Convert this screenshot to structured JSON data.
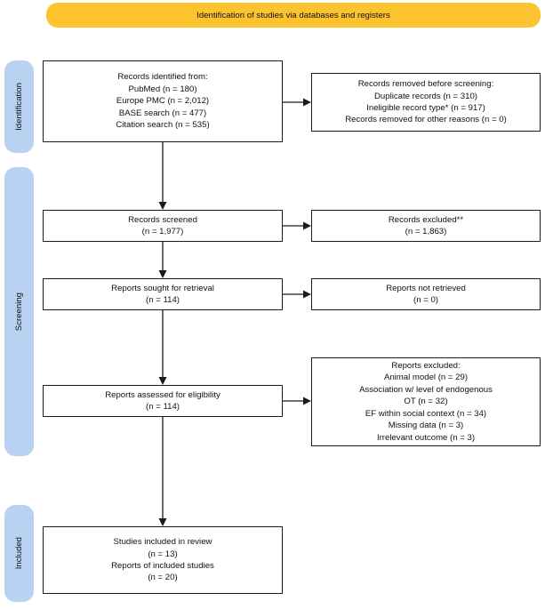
{
  "banner": {
    "label": "Identification of studies via databases and registers"
  },
  "colors": {
    "banner_bg": "#FDC32F",
    "sidebar_bg": "#B9D2F1",
    "line": "#1c1c1c"
  },
  "sidebar": {
    "identification": "Identification",
    "screening": "Screening",
    "included": "Included"
  },
  "boxes": {
    "records_identified": {
      "lines": [
        "Records identified from:",
        "PubMed (n = 180)",
        "Europe PMC (n = 2,012)",
        "BASE search (n = 477)",
        "Citation search (n = 535)"
      ]
    },
    "records_removed": {
      "lines": [
        "Records removed before screening:",
        "Duplicate records (n = 310)",
        "Ineligible record type* (n = 917)",
        "Records removed for other reasons (n = 0)"
      ]
    },
    "records_screened": {
      "lines": [
        "Records screened",
        "(n = 1,977)"
      ]
    },
    "records_excluded": {
      "lines": [
        "Records excluded**",
        "(n = 1,863)"
      ]
    },
    "reports_sought": {
      "lines": [
        "Reports sought for retrieval",
        "(n = 114)"
      ]
    },
    "reports_not_retrieved": {
      "lines": [
        "Reports not retrieved",
        "(n = 0)"
      ]
    },
    "reports_assessed": {
      "lines": [
        "Reports assessed for eligibility",
        "(n = 114)"
      ]
    },
    "reports_excluded": {
      "lines": [
        "Reports excluded:",
        "Animal model (n = 29)",
        "Association w/ level of endogenous",
        "OT (n = 32)",
        "EF within social context (n = 34)",
        "Missing data (n = 3)",
        "Irrelevant outcome (n = 3)"
      ]
    },
    "studies_included": {
      "lines": [
        "Studies included in review",
        "(n = 13)",
        "Reports of included studies",
        "(n = 20)"
      ]
    }
  }
}
